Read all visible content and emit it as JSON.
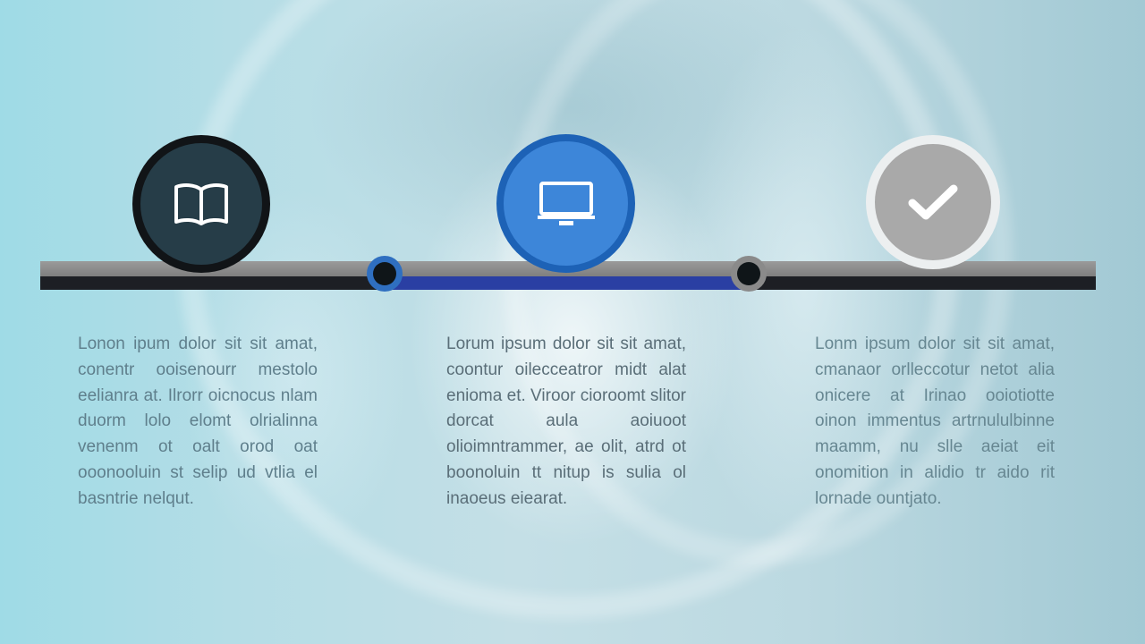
{
  "colors": {
    "background": "#a9d3dd",
    "track_top": "#8c8c8c",
    "track_bottom": "#1d1f24",
    "track_highlight": "#2a3fa3",
    "milestone_1": "#263d48",
    "milestone_2": "#3d86d9",
    "milestone_3": "#a9a9a9",
    "text": "#5f7f8c"
  },
  "milestones": [
    {
      "icon": "book-icon"
    },
    {
      "icon": "monitor-icon"
    },
    {
      "icon": "check-icon"
    }
  ],
  "nodes": [
    {
      "icon": "timeline-node",
      "color": "#2f6fc0"
    },
    {
      "icon": "timeline-node",
      "color": "#8a8a8a"
    }
  ],
  "columns": [
    {
      "text": "Lonon ipum dolor sit sit amat, conentr ooisenourr mestolo eelianra at. Ilrorr oicnocus nlam duorm lolo elomt olrialinna venenm ot oalt orod oat ooonooluin st selip ud vtlia el basntrie nelqut."
    },
    {
      "text": "Lorum ipsum dolor sit sit amat, coontur oilecceatror midt alat enioma et. Viroor cioroomt slitor dorcat aula aoiuoot olioimntrammer, ae olit, atrd ot boonoluin tt nitup is sulia ol inaoeus eiearat."
    },
    {
      "text": "Lonm ipsum dolor sit sit amat, cmanaor orlleccotur netot alia onicere at Irinao ooiotiotte oinon immentus artrnululbinne maamm, nu slle aeiat eit onomition in alidio tr aido rit lornade ountjato."
    }
  ]
}
